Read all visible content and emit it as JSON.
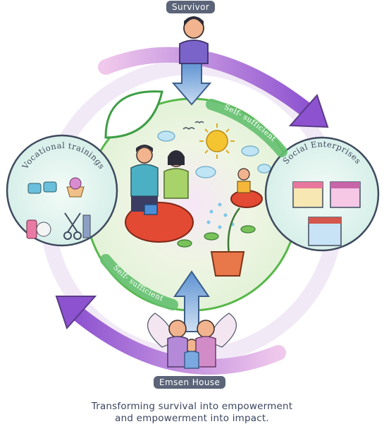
{
  "nodes": {
    "survivor": "Survivor",
    "emsen_house": "Emsen House",
    "vocational": "Vocational trainings",
    "social": "Social Enterprises",
    "self_top": "Self- sufficient",
    "self_bottom": "Self- sufficient"
  },
  "caption": {
    "line1": "Transforming survival into empowerment",
    "line2": "and empowerment into impact."
  },
  "colors": {
    "arc_purple": "#9b5bd6",
    "arc_pink": "#e8a6df",
    "green_ring": "#58b84a",
    "arrow_blue": "#6d9fd6",
    "label_bg": "#5b6478"
  }
}
